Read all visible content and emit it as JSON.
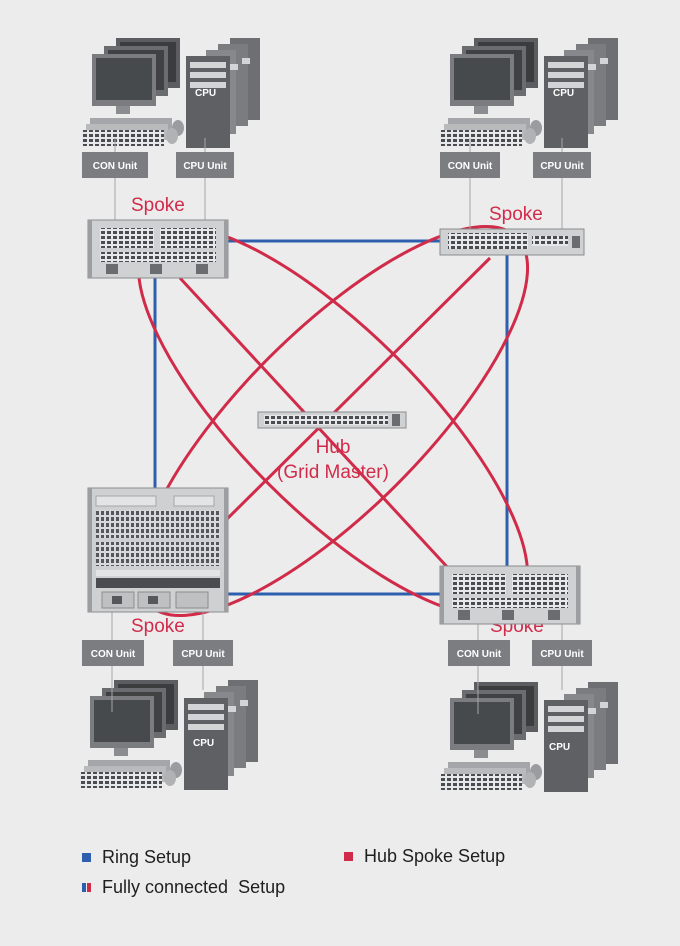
{
  "colors": {
    "ring": "#2e5fae",
    "hub_spoke": "#d12b4a",
    "device": "#c9cacb",
    "unit_box": "#7b7d80"
  },
  "nodes": {
    "top_left": {
      "label": "Spoke",
      "con_unit": "CON Unit",
      "cpu_unit": "CPU Unit",
      "cpu_text": "CPU"
    },
    "top_right": {
      "label": "Spoke",
      "con_unit": "CON Unit",
      "cpu_unit": "CPU Unit",
      "cpu_text": "CPU"
    },
    "bottom_left": {
      "label": "Spoke",
      "con_unit": "CON Unit",
      "cpu_unit": "CPU Unit",
      "cpu_text": "CPU"
    },
    "bottom_right": {
      "label": "Spoke",
      "con_unit": "CON Unit",
      "cpu_unit": "CPU Unit",
      "cpu_text": "CPU"
    },
    "hub": {
      "line1": "Hub",
      "line2": "(Grid Master)"
    }
  },
  "legend": {
    "ring": "Ring Setup",
    "hub_spoke": "Hub Spoke Setup",
    "fully_connected": "Fully connected  Setup"
  }
}
